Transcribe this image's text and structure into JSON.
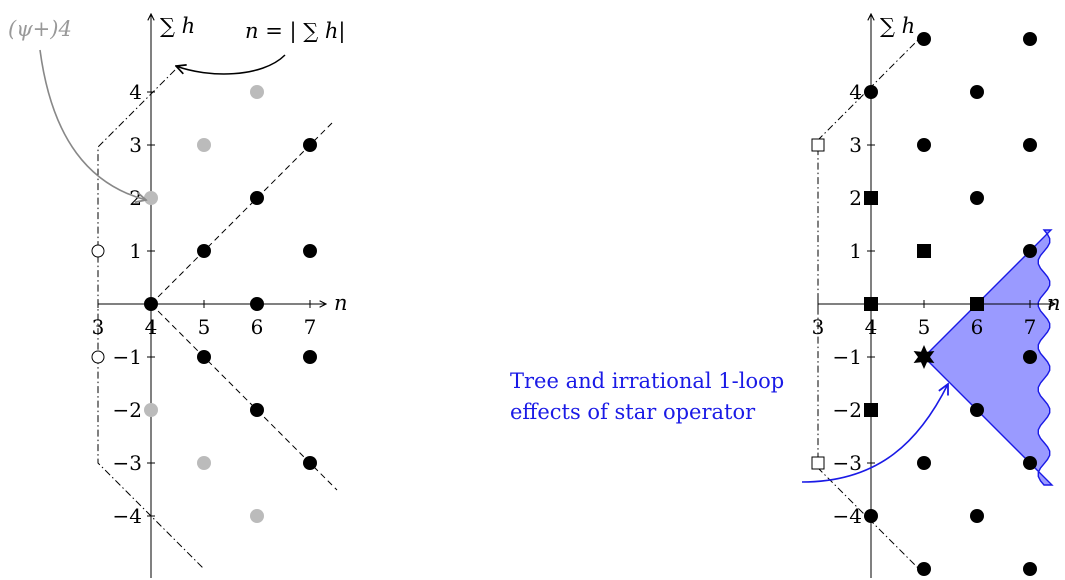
{
  "left_panel": {
    "y_axis_label": "∑ h",
    "x_axis_label": "n",
    "formula": "n = | ∑ h|",
    "operator_label": "(ψ+)4",
    "x_ticks": [
      "3",
      "4",
      "5",
      "6",
      "7"
    ],
    "y_ticks": [
      {
        "v": 4,
        "t": "4"
      },
      {
        "v": 3,
        "t": "3"
      },
      {
        "v": 2,
        "t": "2"
      },
      {
        "v": 1,
        "t": "1"
      },
      {
        "v": -1,
        "t": "−1"
      },
      {
        "v": -2,
        "t": "−2"
      },
      {
        "v": -3,
        "t": "−3"
      },
      {
        "v": -4,
        "t": "−4"
      }
    ],
    "points": [
      {
        "n": 4,
        "h": 0,
        "style": "black"
      },
      {
        "n": 5,
        "h": 1,
        "style": "black"
      },
      {
        "n": 6,
        "h": 2,
        "style": "black"
      },
      {
        "n": 7,
        "h": 3,
        "style": "black"
      },
      {
        "n": 6,
        "h": 0,
        "style": "black"
      },
      {
        "n": 7,
        "h": 1,
        "style": "black"
      },
      {
        "n": 5,
        "h": -1,
        "style": "black"
      },
      {
        "n": 6,
        "h": -2,
        "style": "black"
      },
      {
        "n": 7,
        "h": -3,
        "style": "black"
      },
      {
        "n": 7,
        "h": -1,
        "style": "black"
      },
      {
        "n": 4,
        "h": 2,
        "style": "gray"
      },
      {
        "n": 5,
        "h": 3,
        "style": "gray"
      },
      {
        "n": 6,
        "h": 4,
        "style": "gray"
      },
      {
        "n": 4,
        "h": -2,
        "style": "gray"
      },
      {
        "n": 5,
        "h": -3,
        "style": "gray"
      },
      {
        "n": 6,
        "h": -4,
        "style": "gray"
      },
      {
        "n": 3,
        "h": 1,
        "style": "open-circle"
      },
      {
        "n": 3,
        "h": -1,
        "style": "open-circle"
      }
    ]
  },
  "right_panel": {
    "y_axis_label": "∑ h",
    "x_axis_label": "n",
    "x_ticks": [
      "3",
      "4",
      "5",
      "6",
      "7"
    ],
    "y_ticks": [
      {
        "v": 4,
        "t": "4"
      },
      {
        "v": 3,
        "t": "3"
      },
      {
        "v": 2,
        "t": "2"
      },
      {
        "v": 1,
        "t": "1"
      },
      {
        "v": -1,
        "t": "−1"
      },
      {
        "v": -2,
        "t": "−2"
      },
      {
        "v": -3,
        "t": "−3"
      },
      {
        "v": -4,
        "t": "−4"
      }
    ],
    "points": [
      {
        "n": 4,
        "h": 4,
        "style": "black"
      },
      {
        "n": 5,
        "h": 5,
        "style": "black"
      },
      {
        "n": 6,
        "h": 4,
        "style": "black"
      },
      {
        "n": 7,
        "h": 5,
        "style": "black"
      },
      {
        "n": 5,
        "h": 3,
        "style": "black"
      },
      {
        "n": 7,
        "h": 3,
        "style": "black"
      },
      {
        "n": 6,
        "h": 2,
        "style": "black"
      },
      {
        "n": 7,
        "h": 1,
        "style": "black"
      },
      {
        "n": 7,
        "h": -1,
        "style": "black"
      },
      {
        "n": 6,
        "h": -2,
        "style": "black"
      },
      {
        "n": 5,
        "h": -3,
        "style": "black"
      },
      {
        "n": 7,
        "h": -3,
        "style": "black"
      },
      {
        "n": 4,
        "h": -4,
        "style": "black"
      },
      {
        "n": 6,
        "h": -4,
        "style": "black"
      },
      {
        "n": 5,
        "h": -5,
        "style": "black"
      },
      {
        "n": 7,
        "h": -5,
        "style": "black"
      },
      {
        "n": 4,
        "h": 2,
        "style": "square"
      },
      {
        "n": 5,
        "h": 1,
        "style": "square"
      },
      {
        "n": 4,
        "h": 0,
        "style": "square"
      },
      {
        "n": 6,
        "h": 0,
        "style": "square"
      },
      {
        "n": 4,
        "h": -2,
        "style": "square"
      },
      {
        "n": 3,
        "h": 3,
        "style": "open-square"
      },
      {
        "n": 3,
        "h": -3,
        "style": "open-square"
      },
      {
        "n": 5,
        "h": -1,
        "style": "star"
      }
    ],
    "annotation": "Tree and irrational 1-loop effects of star operator"
  },
  "colors": {
    "points": "#000000",
    "gray_points": "#bbbbbb",
    "operator_label": "#999999",
    "annotation": "#1a1ae6",
    "region_fill": "#9a9aff",
    "region_edge": "#1a1ae6"
  }
}
